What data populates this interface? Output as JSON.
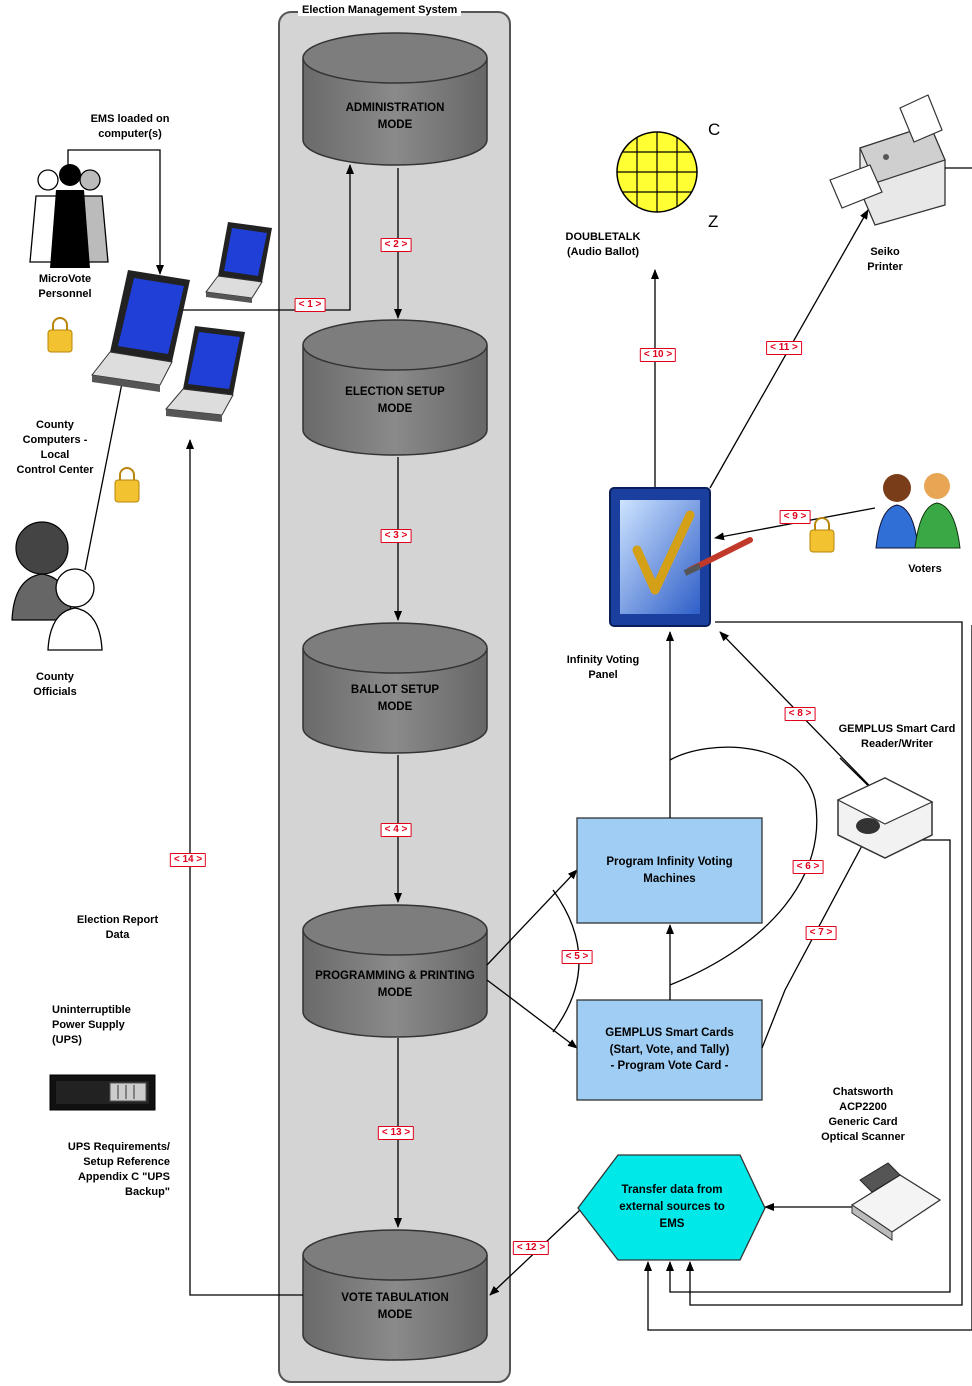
{
  "system": {
    "title": "Election Management System"
  },
  "modes": [
    {
      "id": "admin",
      "label": "ADMINISTRATION\nMODE"
    },
    {
      "id": "election-setup",
      "label": "ELECTION SETUP\nMODE"
    },
    {
      "id": "ballot-setup",
      "label": "BALLOT SETUP\nMODE"
    },
    {
      "id": "programming",
      "label": "PROGRAMMING & PRINTING\nMODE"
    },
    {
      "id": "tabulation",
      "label": "VOTE TABULATION\nMODE"
    }
  ],
  "boxes": {
    "program_machines": "Program Infinity Voting\nMachines",
    "smart_cards": "GEMPLUS Smart Cards\n(Start, Vote, and Tally)\n- Program Vote Card -",
    "transfer": "Transfer data from\nexternal sources to\nEMS"
  },
  "labels": {
    "ems_loaded": "EMS loaded on\ncomputer(s)",
    "personnel": "MicroVote\nPersonnel",
    "county_computers": "County\nComputers -\nLocal\nControl Center",
    "county_officials": "County\nOfficials",
    "election_report": "Election Report\nData",
    "ups": "Uninterruptible\nPower Supply\n(UPS)",
    "ups_ref": "UPS Requirements/\nSetup Reference\nAppendix C \"UPS\nBackup\"",
    "doubletalk": "DOUBLETALK\n(Audio Ballot)",
    "printer": "Seiko\nPrinter",
    "voters": "Voters",
    "panel": "Infinity Voting\nPanel",
    "reader": "GEMPLUS Smart Card\nReader/Writer",
    "scanner": "Chatsworth\nACP2200\nGeneric Card\nOptical Scanner",
    "letter_c": "C",
    "letter_z": "Z"
  },
  "steps": [
    "< 1 >",
    "< 2 >",
    "< 3 >",
    "< 4 >",
    "< 5 >",
    "< 6 >",
    "< 7 >",
    "< 8 >",
    "< 9 >",
    "< 10 >",
    "< 11 >",
    "< 12 >",
    "< 13 >",
    "< 14 >"
  ],
  "colors": {
    "panel_bg": "#d4d4d4",
    "cylinder": "#7a7a7a",
    "box_fill": "#9fcdf3",
    "hex_fill": "#00e8e8",
    "step_text": "#e0001b",
    "globe": "#ffff33",
    "lock": "#f2c230",
    "screen": "#1f3fd6"
  }
}
